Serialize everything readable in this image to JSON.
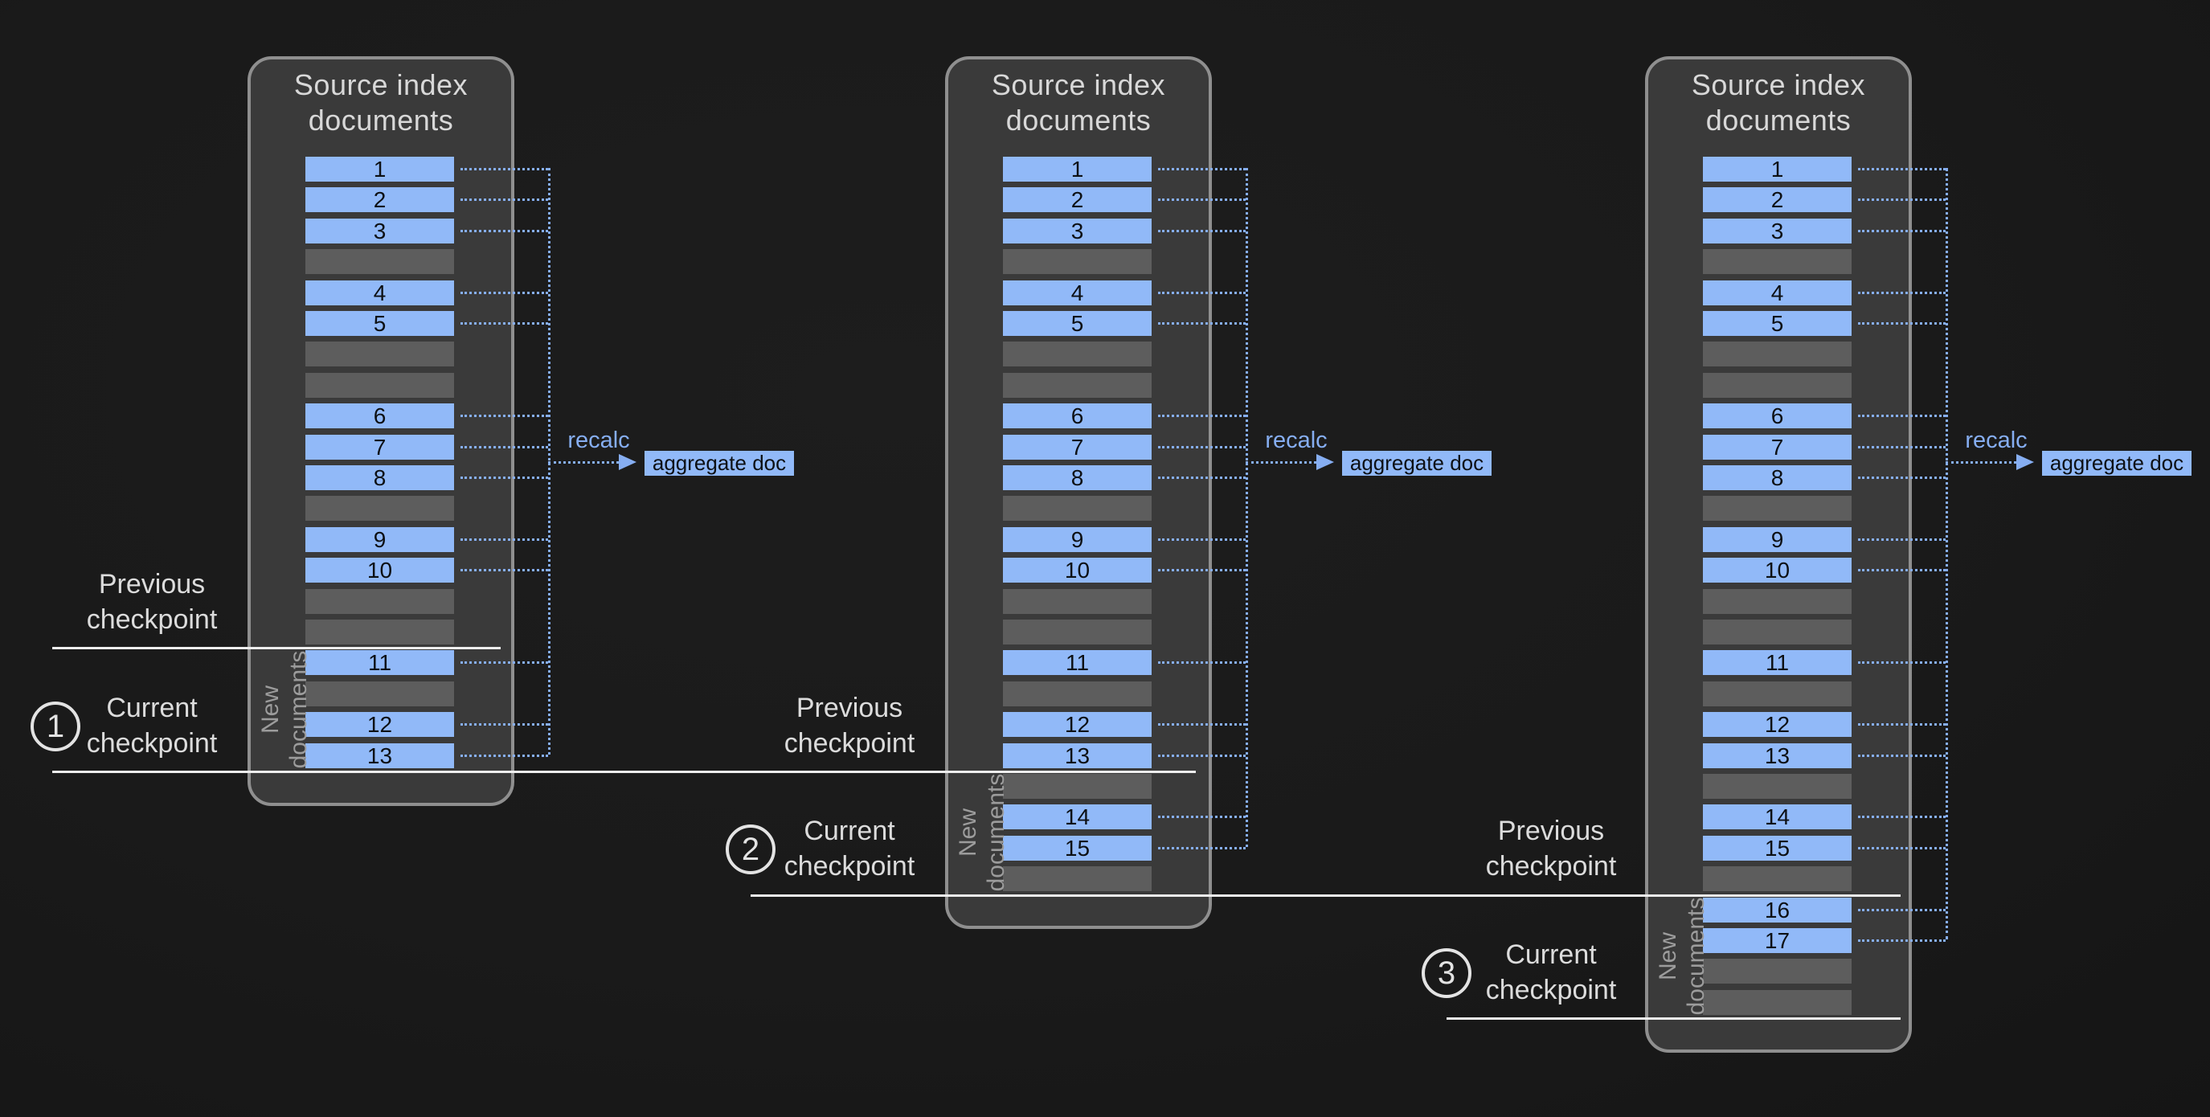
{
  "diagram": {
    "panel_title": [
      "Source index",
      "documents"
    ],
    "labels": {
      "previous_checkpoint": [
        "Previous",
        "checkpoint"
      ],
      "current_checkpoint": [
        "Current",
        "checkpoint"
      ],
      "new_documents": [
        "New",
        "documents"
      ],
      "recalc": "recalc",
      "aggregate_doc": "aggregate doc"
    },
    "colors": {
      "background": "#1a1a1a",
      "panel_fill": "#3a3a3a",
      "panel_border": "#8f8f8f",
      "document_fill": "#91b9f8",
      "document_text": "#0d1014",
      "empty_row_fill": "#5d5d5d",
      "checkpoint_line": "#eeeeee",
      "label_text": "#dcdcdc",
      "new_documents_text": "#9c9c9c",
      "accent_blue": "#86aef2"
    },
    "panels": [
      {
        "checkpoint_number": "1",
        "rows": [
          "1",
          "2",
          "3",
          null,
          "4",
          "5",
          null,
          null,
          "6",
          "7",
          "8",
          null,
          "9",
          "10",
          null,
          null,
          "11",
          null,
          "12",
          "13"
        ]
      },
      {
        "checkpoint_number": "2",
        "rows": [
          "1",
          "2",
          "3",
          null,
          "4",
          "5",
          null,
          null,
          "6",
          "7",
          "8",
          null,
          "9",
          "10",
          null,
          null,
          "11",
          null,
          "12",
          "13",
          null,
          "14",
          "15",
          null
        ]
      },
      {
        "checkpoint_number": "3",
        "rows": [
          "1",
          "2",
          "3",
          null,
          "4",
          "5",
          null,
          null,
          "6",
          "7",
          "8",
          null,
          "9",
          "10",
          null,
          null,
          "11",
          null,
          "12",
          "13",
          null,
          "14",
          "15",
          null,
          "16",
          "17",
          null,
          null
        ]
      }
    ]
  }
}
